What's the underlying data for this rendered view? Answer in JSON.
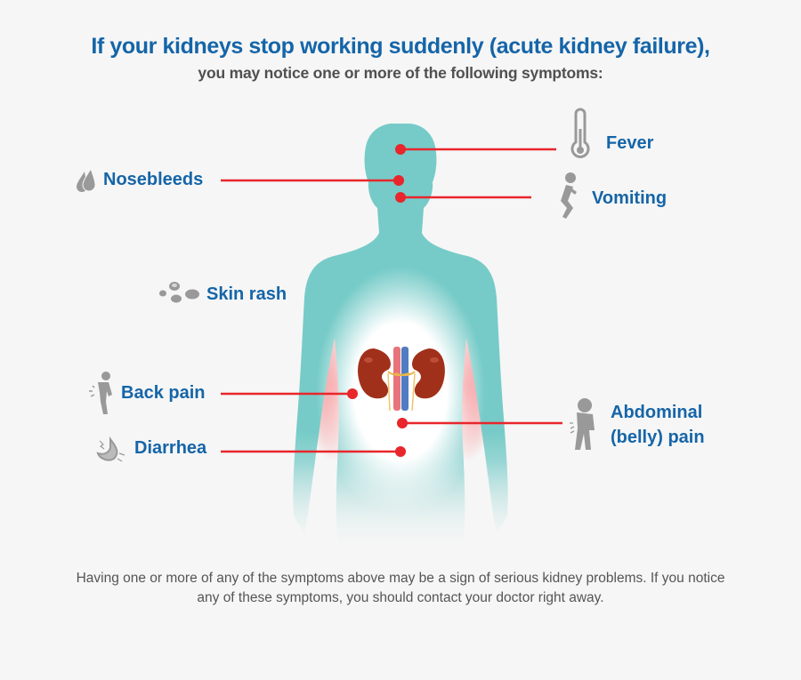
{
  "header": {
    "title": "If your kidneys stop working suddenly (acute kidney failure),",
    "subtitle": "you may notice one or more of the following symptoms:"
  },
  "symptoms": [
    {
      "label": "Fever",
      "icon": "thermometer-icon",
      "side": "right"
    },
    {
      "label": "Nosebleeds",
      "icon": "blood-drops-icon",
      "side": "left"
    },
    {
      "label": "Vomiting",
      "icon": "vomiting-person-icon",
      "side": "right"
    },
    {
      "label": "Skin rash",
      "icon": "skin-rash-icon",
      "side": "left"
    },
    {
      "label": "Back pain",
      "icon": "back-pain-person-icon",
      "side": "left"
    },
    {
      "label": "Abdominal",
      "label_line2": "(belly) pain",
      "icon": "abdominal-pain-person-icon",
      "side": "right"
    },
    {
      "label": "Diarrhea",
      "icon": "stomach-icon",
      "side": "left"
    }
  ],
  "footer": {
    "text_line1": "Having one or more of any of the symptoms above may be a sign of serious kidney problems. If you notice",
    "text_line2": "any of these symptoms, you should contact your doctor right away."
  },
  "colors": {
    "title_blue": "#1565a8",
    "body_teal": "#76cbc8",
    "marker_red": "#e8262b",
    "icon_gray": "#999999",
    "kidney_brown": "#a1301b"
  }
}
